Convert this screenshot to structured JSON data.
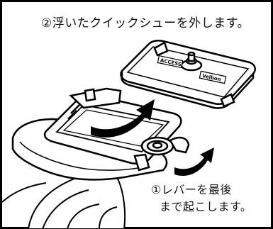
{
  "step2_caption": "②浮いたクイックシューを外します。",
  "step1_caption_line1": "①レバーを最後",
  "step1_caption_line2": "まで起こします。",
  "plate_marks": [
    "ACCESS",
    "Velbon"
  ]
}
